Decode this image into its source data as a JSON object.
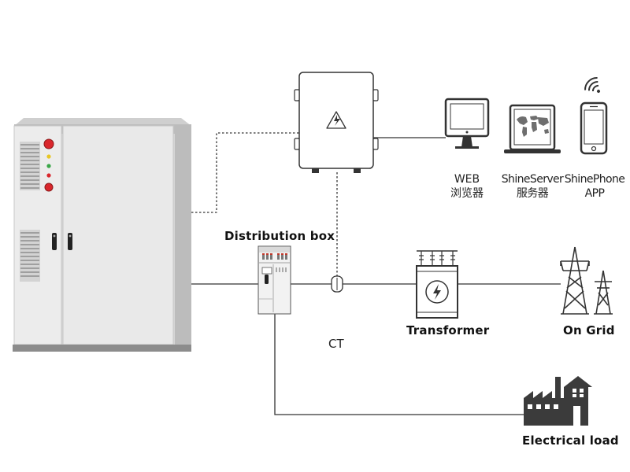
{
  "labels": {
    "distribution_box": "Distribution box",
    "transformer": "Transformer",
    "on_grid": "On Grid",
    "ct": "CT",
    "electrical_load": "Electrical load"
  },
  "monitors": [
    {
      "line1": "WEB",
      "line2": "浏览器"
    },
    {
      "line1": "ShineServer",
      "line2": "服务器"
    },
    {
      "line1": "ShinePhone",
      "line2": "APP"
    }
  ],
  "icons": {
    "cabinet": "storage-cabinet",
    "datalogger": "datalogger-box",
    "distribution": "distribution-box",
    "ct": "current-transformer",
    "transformer": "transformer",
    "grid": "power-tower",
    "load": "factory",
    "web": "desktop-monitor",
    "server": "laptop",
    "phone": "smartphone",
    "wifi": "wifi"
  },
  "colors": {
    "line": "#333333",
    "cabinet": "#e4e4e4",
    "indicator_red": "#d9262c",
    "indicator_green": "#3aa648",
    "indicator_yellow": "#e7c624"
  }
}
